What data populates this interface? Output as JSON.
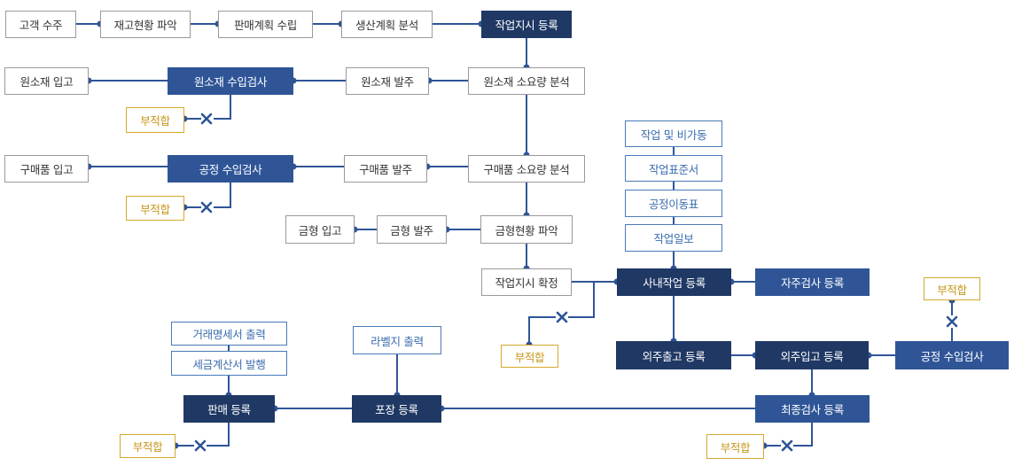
{
  "diagram": {
    "colors": {
      "line": "#2f5597",
      "navy_box": "#1f3864",
      "blue_box": "#2f5597",
      "doc_border": "#4a7ab8",
      "nonconform_border": "#d4a92c",
      "nonconform_text": "#c6961a",
      "reject_mark": "#2f5597"
    },
    "nodes": {
      "customer_order": "고객 수주",
      "inventory_check": "재고현황 파악",
      "sales_plan": "판매계획 수립",
      "production_plan": "생산계획 분석",
      "work_order_reg": "작업지시 등록",
      "raw_receipt": "원소재 입고",
      "raw_inspection": "원소재 수입검사",
      "raw_order": "원소재 발주",
      "raw_requirement": "원소재 소요량 분석",
      "raw_ng": "부적합",
      "part_receipt": "구매품 입고",
      "part_inspection": "공정 수입검사",
      "part_order": "구매품 발주",
      "part_requirement": "구매품 소요량 분석",
      "part_ng": "부적합",
      "mold_receipt": "금형 입고",
      "mold_order": "금형 발주",
      "mold_status": "금형현황 파악",
      "work_order_confirm": "작업지시 확정",
      "work_ng": "부적합",
      "doc_downtime": "작업 및 비가동",
      "doc_standard": "작업표준서",
      "doc_move": "공정이동표",
      "doc_daily": "작업일보",
      "inhouse_work": "사내작업 등록",
      "self_inspection": "자주검사 등록",
      "outsource_out": "외주출고 등록",
      "outsource_in": "외주입고 등록",
      "process_inspection": "공정 수입검사",
      "process_ng": "부적합",
      "final_inspection": "최종검사 등록",
      "final_ng": "부적합",
      "packing": "포장 등록",
      "label_print": "라벨지 출력",
      "sales_reg": "판매 등록",
      "statement_print": "거래명세서 출력",
      "tax_invoice": "세금계산서 발행",
      "sales_ng": "부적합"
    },
    "icons": {
      "connector_dot": "dot",
      "reject_mark": "x-mark-icon"
    }
  }
}
